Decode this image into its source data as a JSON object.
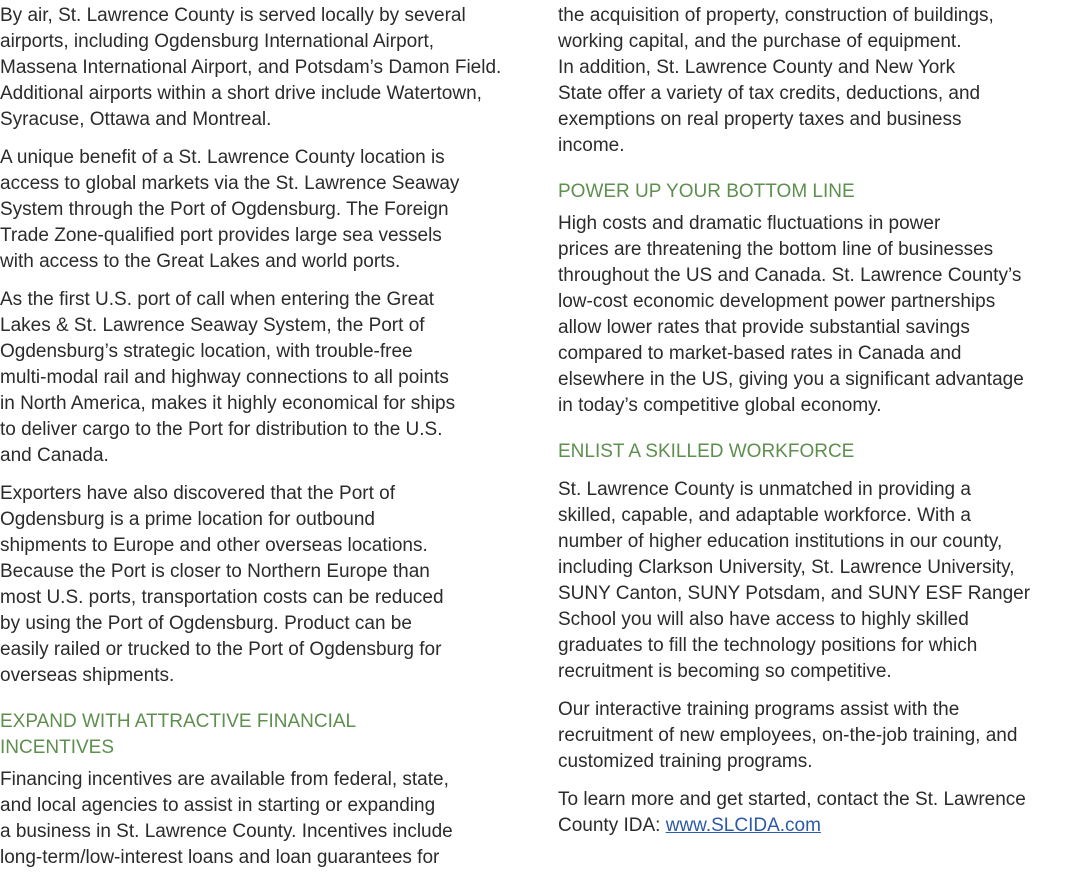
{
  "left_column": {
    "p1": "By air, St. Lawrence County is served locally by several\nairports, including Ogdensburg International Airport,\nMassena International Airport, and Potsdam’s Damon Field.\nAdditional airports within a short drive include Watertown,\nSyracuse, Ottawa and Montreal.",
    "p2": "A unique benefit of a St. Lawrence County location is\naccess to global markets via the St. Lawrence Seaway\nSystem through the Port of Ogdensburg. The Foreign\nTrade Zone-qualified port provides large sea vessels\nwith access to the Great Lakes and world ports.",
    "p3": "As the first U.S. port of call when entering the Great\nLakes & St. Lawrence Seaway System, the Port of\nOgdensburg’s strategic location, with trouble-free\nmulti-modal rail and highway connections to all points\nin North America, makes it highly economical for ships\nto deliver cargo to the Port for distribution to the U.S.\nand Canada.",
    "p4": "Exporters have also discovered that the Port of\nOgdensburg is a prime location for outbound\nshipments to Europe and other overseas locations.\nBecause the Port is closer to Northern Europe than\nmost U.S. ports, transportation costs can be reduced\nby using the Port of Ogdensburg. Product can be\neasily railed or trucked to the Port of Ogdensburg for\noverseas shipments.",
    "heading_financial": "EXPAND WITH ATTRACTIVE FINANCIAL\nINCENTIVES",
    "p5": "Financing incentives are available from federal,  state,\nand local agencies to assist in starting or expanding\na  business in  St. Lawrence County. Incentives include\nlong-term/low-interest loans and loan guarantees for"
  },
  "right_column": {
    "p1": "the acquisition of property, construction of buildings,\nworking capital, and the purchase of equipment.\nIn addition, St. Lawrence County and New York\nState offer a variety of tax credits, deductions, and\nexemptions on real property taxes and business\nincome.",
    "heading_power": "POWER UP YOUR BOTTOM LINE",
    "p2": "High costs and dramatic fluctuations in power\nprices are threatening the bottom line of businesses\nthroughout the US and Canada. St. Lawrence County’s\nlow-cost economic development power partnerships\nallow lower rates that provide substantial savings\ncompared to market-based rates in Canada and\nelsewhere in the US, giving you a significant advantage\nin today’s competitive global economy.",
    "heading_workforce": "ENLIST A SKILLED WORKFORCE",
    "p3": "St. Lawrence County is unmatched in providing a\nskilled, capable, and adaptable workforce. With a\nnumber of higher education institutions in our county,\nincluding Clarkson University, St. Lawrence University,\nSUNY Canton, SUNY Potsdam, and SUNY ESF Ranger\nSchool you will also have access to highly skilled\ngraduates to fill the technology positions for which\nrecruitment is becoming so competitive.",
    "p4": "Our interactive training programs assist with the\nrecruitment of new employees, on-the-job training, and\ncustomized training programs.",
    "p5_text": "To learn more and get started, contact the St. Lawrence\nCounty IDA: ",
    "p5_link": "www.SLCIDA.com"
  },
  "colors": {
    "body_text": "#2b2b2b",
    "heading": "#5e8f4f",
    "link": "#2b5aa8"
  }
}
